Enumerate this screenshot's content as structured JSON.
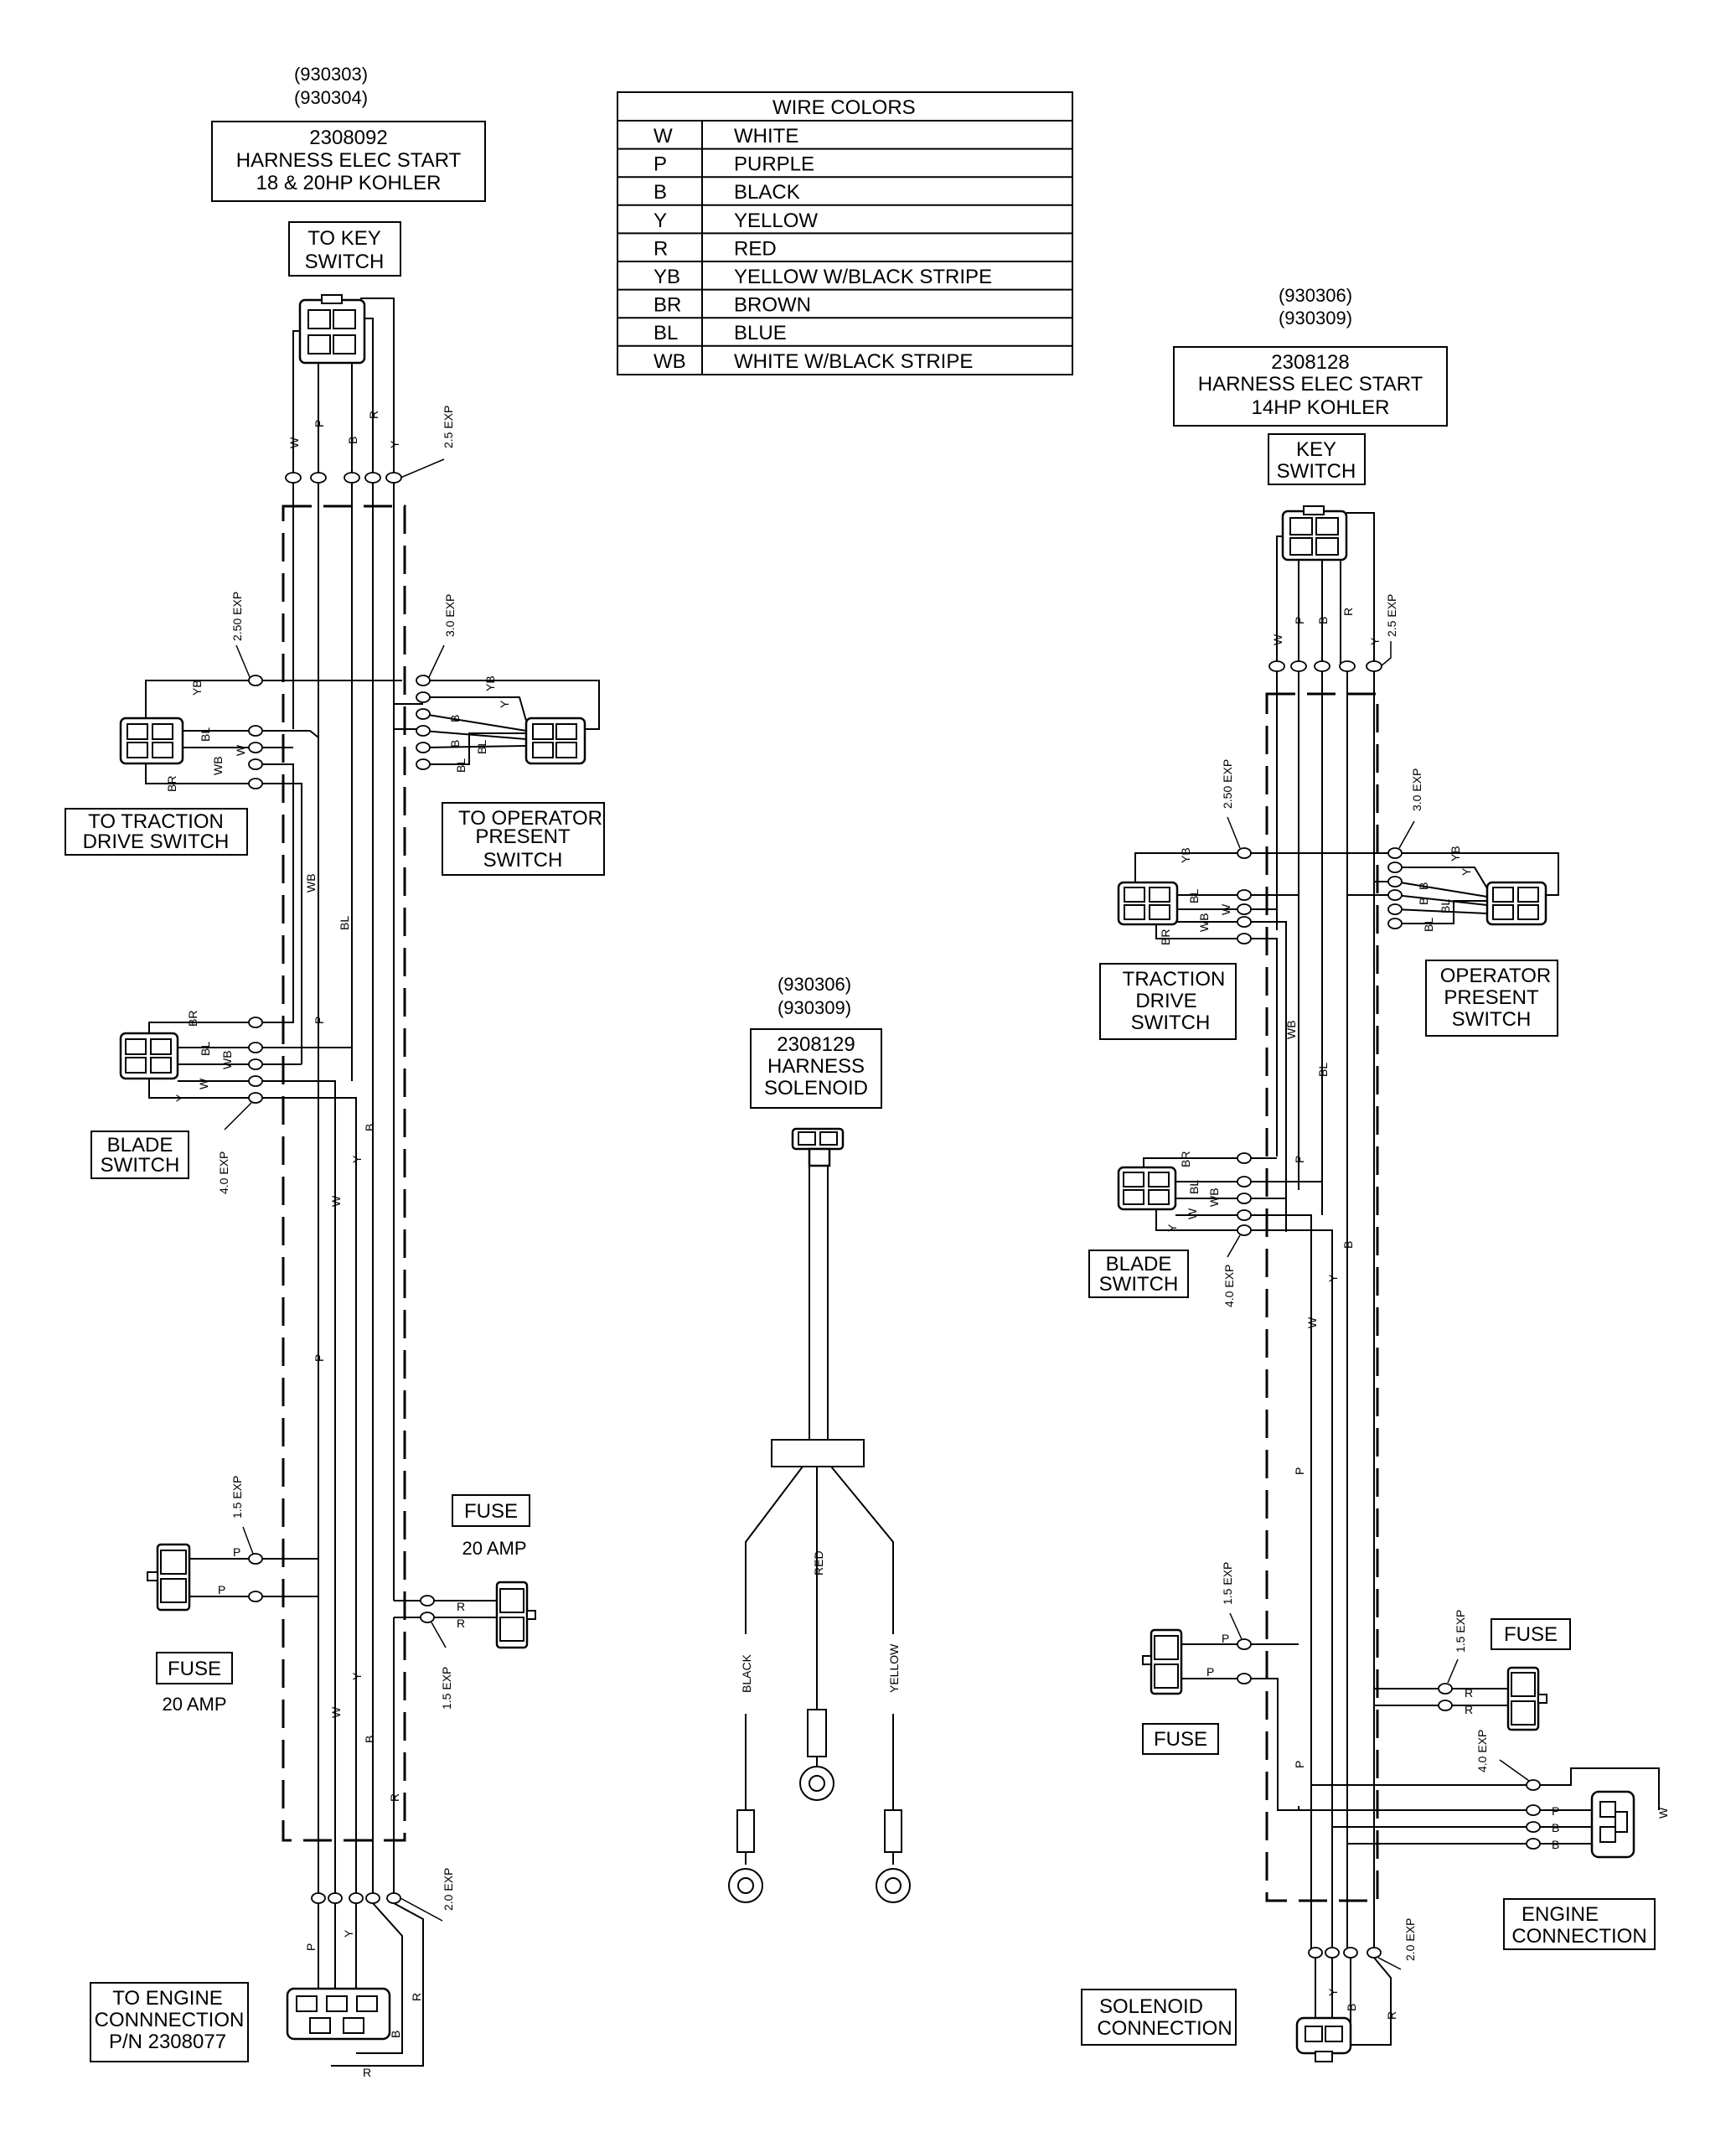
{
  "left_harness": {
    "codes": [
      "(930303)",
      "(930304)"
    ],
    "title_lines": [
      "2308092",
      "HARNESS ELEC START",
      "18 & 20HP KOHLER"
    ],
    "key_switch": [
      "TO KEY",
      "SWITCH"
    ],
    "traction": [
      "TO TRACTION",
      "DRIVE SWITCH"
    ],
    "operator": [
      "TO OPERATOR",
      "PRESENT",
      "SWITCH"
    ],
    "blade": [
      "BLADE",
      "SWITCH"
    ],
    "fuse_right": "FUSE",
    "fuse_left": "FUSE",
    "amp_right": "20 AMP",
    "amp_left": "20 AMP",
    "engine": [
      "TO ENGINE",
      "CONNNECTION",
      "P/N 2308077"
    ],
    "exp": {
      "key": "2.5 EXP",
      "traction": "2.50 EXP",
      "operator": "3.0 EXP",
      "blade": "4.0 EXP",
      "fuse_l": "1.5 EXP",
      "fuse_r": "1.5 EXP",
      "engine": "2.0 EXP"
    },
    "wire_labels": {
      "W": "W",
      "P": "P",
      "B": "B",
      "R": "R",
      "Y": "Y",
      "YB": "YB",
      "BL": "BL",
      "BR": "BR",
      "WB": "WB"
    }
  },
  "wire_colors": {
    "title": "WIRE COLORS",
    "rows": [
      {
        "code": "W",
        "color": "WHITE"
      },
      {
        "code": "P",
        "color": "PURPLE"
      },
      {
        "code": "B",
        "color": "BLACK"
      },
      {
        "code": "Y",
        "color": "YELLOW"
      },
      {
        "code": "R",
        "color": "RED"
      },
      {
        "code": "YB",
        "color": "YELLOW W/BLACK STRIPE"
      },
      {
        "code": "BR",
        "color": "BROWN"
      },
      {
        "code": "BL",
        "color": "BLUE"
      },
      {
        "code": "WB",
        "color": "WHITE W/BLACK STRIPE"
      }
    ]
  },
  "solenoid_harness": {
    "codes": [
      "(930306)",
      "(930309)"
    ],
    "title_lines": [
      "2308129",
      "HARNESS",
      "SOLENOID"
    ],
    "wires": [
      "BLACK",
      "RED",
      "YELLOW"
    ]
  },
  "right_harness": {
    "codes": [
      "(930306)",
      "(930309)"
    ],
    "title_lines": [
      "2308128",
      "HARNESS ELEC START",
      "14HP KOHLER"
    ],
    "key_switch": [
      "KEY",
      "SWITCH"
    ],
    "traction": [
      "TRACTION",
      "DRIVE",
      "SWITCH"
    ],
    "operator": [
      "OPERATOR",
      "PRESENT",
      "SWITCH"
    ],
    "blade": [
      "BLADE",
      "SWITCH"
    ],
    "fuse_right": "FUSE",
    "fuse_left": "FUSE",
    "engine": [
      "ENGINE",
      "CONNECTION"
    ],
    "solenoid": [
      "SOLENOID",
      "CONNECTION"
    ],
    "exp": {
      "key": "2.5 EXP",
      "traction": "2.50 EXP",
      "operator": "3.0 EXP",
      "blade": "4.0 EXP",
      "fuse_l": "1.5 EXP",
      "fuse_r": "1.5 EXP",
      "engine": "4.0 EXP",
      "solenoid": "2.0 EXP"
    }
  }
}
